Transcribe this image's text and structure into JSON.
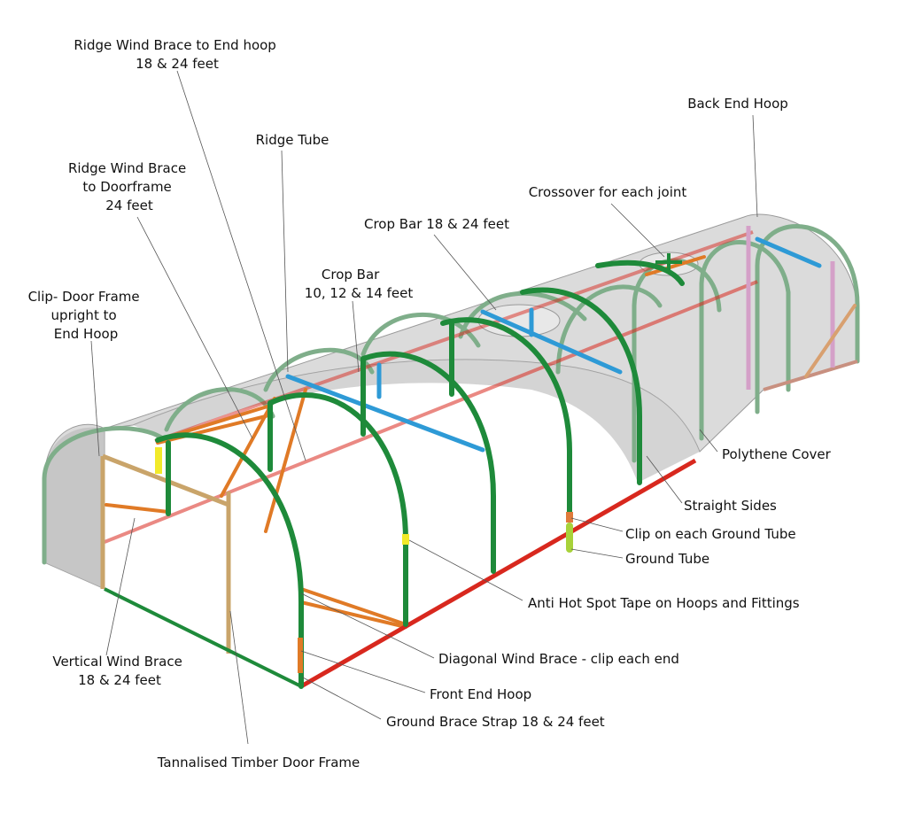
{
  "labels": {
    "ridge_wind_brace_end_hoop": [
      "Ridge Wind Brace to End hoop",
      "18 & 24 feet"
    ],
    "back_end_hoop": [
      "Back End Hoop"
    ],
    "ridge_tube": [
      "Ridge Tube"
    ],
    "ridge_wind_brace_doorframe": [
      "Ridge Wind Brace",
      "to Doorframe",
      "24 feet"
    ],
    "crossover": [
      "Crossover for each joint"
    ],
    "crop_bar_18_24": [
      "Crop Bar 18 & 24 feet"
    ],
    "crop_bar_10_14": [
      "Crop Bar",
      "10, 12 & 14 feet"
    ],
    "clip_door_frame": [
      "Clip- Door Frame",
      "upright to",
      "End Hoop"
    ],
    "polythene_cover": [
      "Polythene Cover"
    ],
    "straight_sides": [
      "Straight Sides"
    ],
    "clip_ground_tube": [
      "Clip on each Ground Tube"
    ],
    "ground_tube": [
      "Ground Tube"
    ],
    "anti_hot_spot": [
      "Anti Hot Spot Tape on Hoops and Fittings"
    ],
    "diagonal_wind_brace": [
      "Diagonal Wind Brace - clip each end"
    ],
    "vertical_wind_brace": [
      "Vertical Wind Brace",
      "18 & 24 feet"
    ],
    "front_end_hoop": [
      "Front End Hoop"
    ],
    "ground_brace_strap": [
      "Ground Brace Strap 18 & 24 feet"
    ],
    "timber_door_frame": [
      "Tannalised Timber Door Frame"
    ]
  },
  "colors": {
    "hoop": "#1e8a3a",
    "hoop_far": "#7fae8a",
    "ground_rail": "#d8281e",
    "crop_bar": "#2e9ad6",
    "wind_brace": "#e07a26",
    "timber": "#c9a46a",
    "tape": "#f2ea2a",
    "ground_tube": "#a8d23a",
    "clip": "#e07a3a",
    "polythene": "#c8c8c8"
  }
}
